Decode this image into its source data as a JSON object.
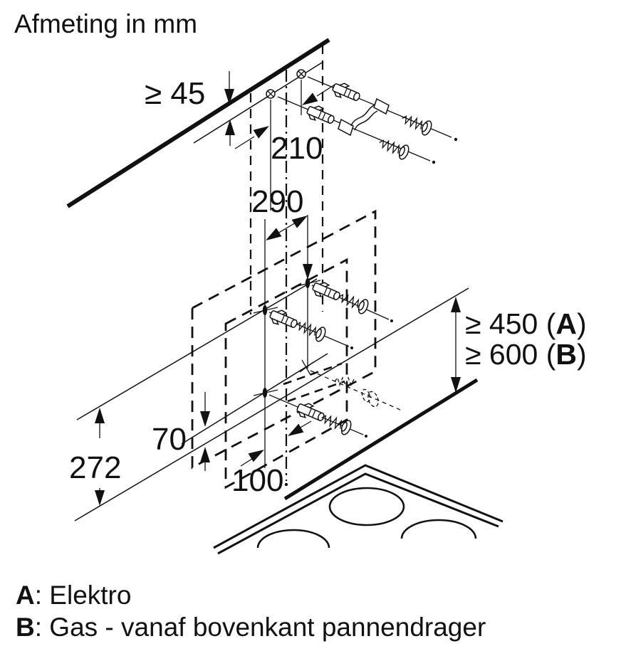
{
  "title": "Afmeting in mm",
  "dimensions": {
    "ceiling_clearance": "≥ 45",
    "top_holes_spacing": "210",
    "middle_holes_spacing": "290",
    "height_electric": {
      "prefix": "≥ 450 (",
      "letter": "A",
      "suffix": ")"
    },
    "height_gas": {
      "prefix": "≥ 600 (",
      "letter": "B",
      "suffix": ")"
    },
    "lower_hole_offset": "70",
    "hood_bottom_distance": "272",
    "center_offset": "100"
  },
  "legend": {
    "a_letter": "A",
    "a_text": ": Elektro",
    "b_letter": "B",
    "b_text": ": Gas - vanaf bovenkant pannendrager"
  },
  "colors": {
    "ink": "#111111",
    "background": "#ffffff"
  }
}
